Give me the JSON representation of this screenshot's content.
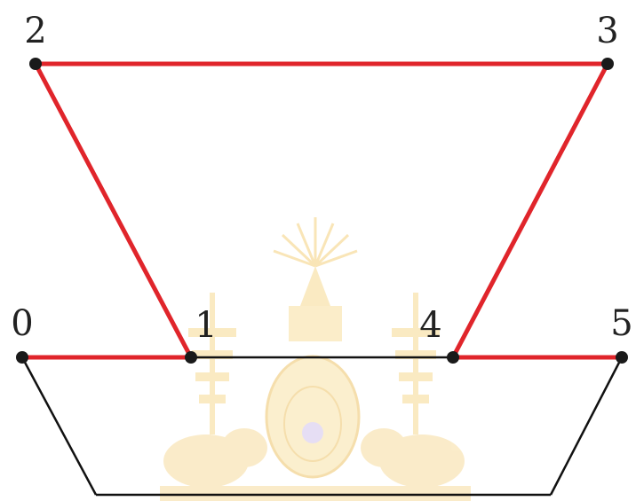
{
  "diagram": {
    "colors": {
      "highlight_edge": "#e0252b",
      "plain_edge": "#111111",
      "node": "#1a1a1a",
      "label": "#222222",
      "watermark": "#f2c661"
    },
    "nodes": [
      {
        "id": "0",
        "label": "0"
      },
      {
        "id": "1",
        "label": "1"
      },
      {
        "id": "2",
        "label": "2"
      },
      {
        "id": "3",
        "label": "3"
      },
      {
        "id": "4",
        "label": "4"
      },
      {
        "id": "5",
        "label": "5"
      }
    ],
    "highlighted_edges": [
      [
        "0",
        "1"
      ],
      [
        "1",
        "2"
      ],
      [
        "2",
        "3"
      ],
      [
        "3",
        "4"
      ],
      [
        "4",
        "5"
      ]
    ],
    "plain_edges": [
      [
        "1",
        "4"
      ]
    ],
    "watermark": "university-emblem"
  }
}
